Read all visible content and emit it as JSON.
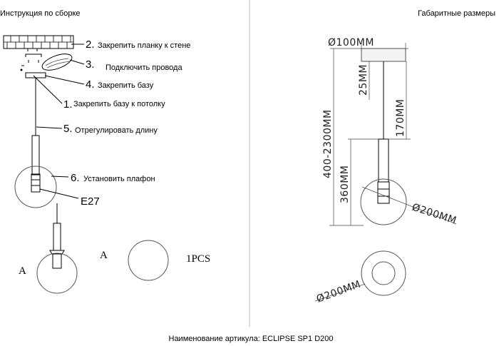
{
  "header": {
    "left_title": "Инструкция по сборке",
    "right_title": "Габаритные размеры"
  },
  "footer": {
    "article_label": "Наименование артикула: ECLIPSE SP1 D200"
  },
  "steps": [
    {
      "num": "2.",
      "text": "Закрепить планку к стене"
    },
    {
      "num": "3.",
      "text": "Подключить провода"
    },
    {
      "num": "4.",
      "text": "Закрепить базу"
    },
    {
      "num": "1.",
      "text": "Закрепить базу к потолку"
    },
    {
      "num": "5.",
      "text": "Отрегулировать длину"
    },
    {
      "num": "6.",
      "text": "Установить плафон"
    }
  ],
  "bulb_label": "E27",
  "parts": {
    "label_a1": "A",
    "label_a2": "A",
    "qty": "1PCS"
  },
  "dimensions": {
    "canopy_diameter": "Ø100MM",
    "canopy_height": "25MM",
    "total_length": "400-2300MM",
    "holder_length": "170MM",
    "shade_height": "360MM",
    "shade_diameter": "Ø200MM",
    "top_view_diameter": "Ø200MM"
  }
}
